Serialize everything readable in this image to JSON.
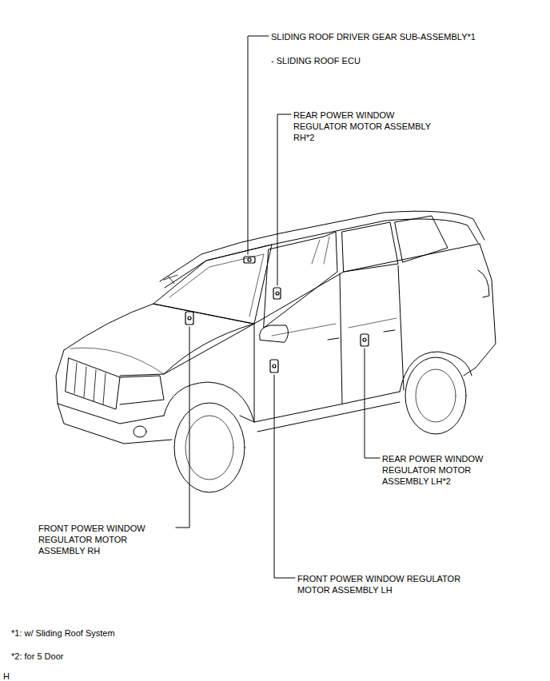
{
  "diagram": {
    "labels": [
      "SLIDING ROOF DRIVER GEAR SUB-ASSEMBLY*1",
      "- SLIDING ROOF ECU",
      "REAR POWER WINDOW REGULATOR MOTOR ASSEMBLY RH*2",
      "REAR POWER WINDOW REGULATOR MOTOR ASSEMBLY LH*2",
      "FRONT POWER WINDOW REGULATOR MOTOR ASSEMBLY RH",
      "FRONT POWER WINDOW REGULATOR MOTOR ASSEMBLY LH",
      "*1: w/ Sliding Roof System",
      "*2: for 5 Door",
      "H"
    ]
  }
}
